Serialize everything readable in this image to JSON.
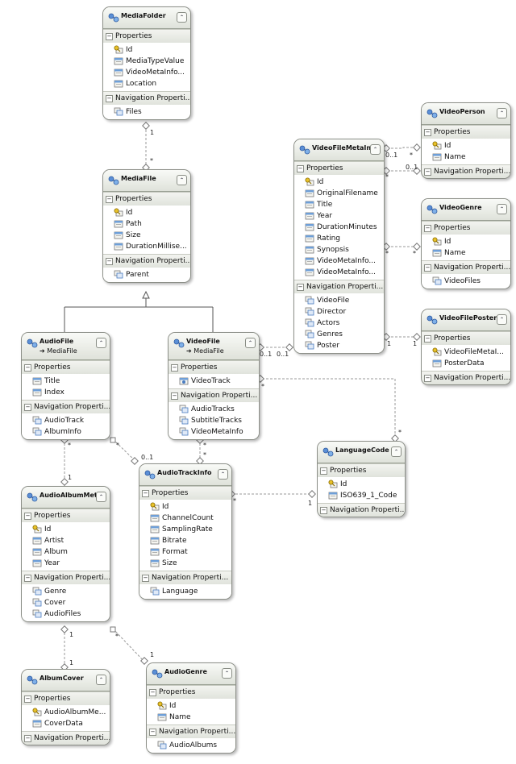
{
  "colors": {
    "box": "#eceee8",
    "line": "#8c8f88",
    "dashed": "#9a9a9a"
  },
  "icons": {
    "entity": "entity-type-icon",
    "key_property": "key-property-icon",
    "property": "property-icon",
    "navigation": "navigation-property-icon",
    "collapse": "collapse-chevron-icon"
  },
  "section_labels": {
    "properties": "Properties",
    "navigation": "Navigation Properti..."
  },
  "entities": [
    {
      "id": "mediafolder",
      "name": "MediaFolder",
      "properties": [
        {
          "name": "Id",
          "key": true
        },
        {
          "name": "MediaTypeValue"
        },
        {
          "name": "VideoMetaInfo..."
        },
        {
          "name": "Location"
        }
      ],
      "navigation": [
        "Files"
      ]
    },
    {
      "id": "mediafile",
      "name": "MediaFile",
      "properties": [
        {
          "name": "Id",
          "key": true
        },
        {
          "name": "Path"
        },
        {
          "name": "Size"
        },
        {
          "name": "DurationMillise..."
        }
      ],
      "navigation": [
        "Parent"
      ]
    },
    {
      "id": "audiofile",
      "name": "AudioFile",
      "base": "➔ MediaFile",
      "properties": [
        {
          "name": "Title"
        },
        {
          "name": "Index"
        }
      ],
      "navigation": [
        "AudioTrack",
        "AlbumInfo"
      ]
    },
    {
      "id": "videofile",
      "name": "VideoFile",
      "base": "➔ MediaFile",
      "properties": [
        {
          "name": "VideoTrack",
          "complex": true
        }
      ],
      "navigation": [
        "AudioTracks",
        "SubtitleTracks",
        "VideoMetaInfo"
      ]
    },
    {
      "id": "videofilemetainfo",
      "name": "VideoFileMetaInfo",
      "properties": [
        {
          "name": "Id",
          "key": true
        },
        {
          "name": "OriginalFilename"
        },
        {
          "name": "Title"
        },
        {
          "name": "Year"
        },
        {
          "name": "DurationMinutes"
        },
        {
          "name": "Rating"
        },
        {
          "name": "Synopsis"
        },
        {
          "name": "VideoMetaInfo..."
        },
        {
          "name": "VideoMetaInfo..."
        }
      ],
      "navigation": [
        "VideoFile",
        "Director",
        "Actors",
        "Genres",
        "Poster"
      ]
    },
    {
      "id": "videoperson",
      "name": "VideoPerson",
      "properties": [
        {
          "name": "Id",
          "key": true
        },
        {
          "name": "Name"
        }
      ],
      "navigation": []
    },
    {
      "id": "videogenre",
      "name": "VideoGenre",
      "properties": [
        {
          "name": "Id",
          "key": true
        },
        {
          "name": "Name"
        }
      ],
      "navigation": [
        "VideoFiles"
      ]
    },
    {
      "id": "videofileposter",
      "name": "VideoFilePoster",
      "properties": [
        {
          "name": "VideoFileMetaI...",
          "key": true
        },
        {
          "name": "PosterData"
        }
      ],
      "navigation": []
    },
    {
      "id": "languagecode",
      "name": "LanguageCode",
      "properties": [
        {
          "name": "Id",
          "key": true
        },
        {
          "name": "ISO639_1_Code"
        }
      ],
      "navigation": []
    },
    {
      "id": "audiotrackinfo",
      "name": "AudioTrackInfo",
      "properties": [
        {
          "name": "Id",
          "key": true
        },
        {
          "name": "ChannelCount"
        },
        {
          "name": "SamplingRate"
        },
        {
          "name": "Bitrate"
        },
        {
          "name": "Format"
        },
        {
          "name": "Size"
        }
      ],
      "navigation": [
        "Language"
      ]
    },
    {
      "id": "audioalbummeta",
      "name": "AudioAlbumMet...",
      "properties": [
        {
          "name": "Id",
          "key": true
        },
        {
          "name": "Artist"
        },
        {
          "name": "Album"
        },
        {
          "name": "Year"
        }
      ],
      "navigation": [
        "Genre",
        "Cover",
        "AudioFiles"
      ]
    },
    {
      "id": "albumcover",
      "name": "AlbumCover",
      "properties": [
        {
          "name": "AudioAlbumMe...",
          "key": true
        },
        {
          "name": "CoverData"
        }
      ],
      "navigation": []
    },
    {
      "id": "audiogenre",
      "name": "AudioGenre",
      "properties": [
        {
          "name": "Id",
          "key": true
        },
        {
          "name": "Name"
        }
      ],
      "navigation": [
        "AudioAlbums"
      ]
    }
  ],
  "multiplicities": [
    {
      "id": "m1",
      "text": "1"
    },
    {
      "id": "m2",
      "text": "*"
    },
    {
      "id": "m3",
      "text": "0..1"
    },
    {
      "id": "m4",
      "text": "*"
    },
    {
      "id": "m5",
      "text": "*"
    },
    {
      "id": "m6",
      "text": "0..1"
    },
    {
      "id": "m7",
      "text": "*"
    },
    {
      "id": "m8",
      "text": "*"
    },
    {
      "id": "m9",
      "text": "1"
    },
    {
      "id": "m10",
      "text": "1"
    },
    {
      "id": "m11",
      "text": "0..1"
    },
    {
      "id": "m12",
      "text": "0..1"
    },
    {
      "id": "m13",
      "text": "*"
    },
    {
      "id": "m14",
      "text": "*"
    },
    {
      "id": "m15",
      "text": "*"
    },
    {
      "id": "m16",
      "text": "*"
    },
    {
      "id": "m17",
      "text": "*"
    },
    {
      "id": "m18",
      "text": "0..1"
    },
    {
      "id": "m19",
      "text": "*"
    },
    {
      "id": "m20",
      "text": "1"
    },
    {
      "id": "m21",
      "text": "*"
    },
    {
      "id": "m22",
      "text": "1"
    },
    {
      "id": "m23",
      "text": "1"
    },
    {
      "id": "m24",
      "text": "1"
    },
    {
      "id": "m25",
      "text": "*"
    },
    {
      "id": "m26",
      "text": "1"
    }
  ]
}
